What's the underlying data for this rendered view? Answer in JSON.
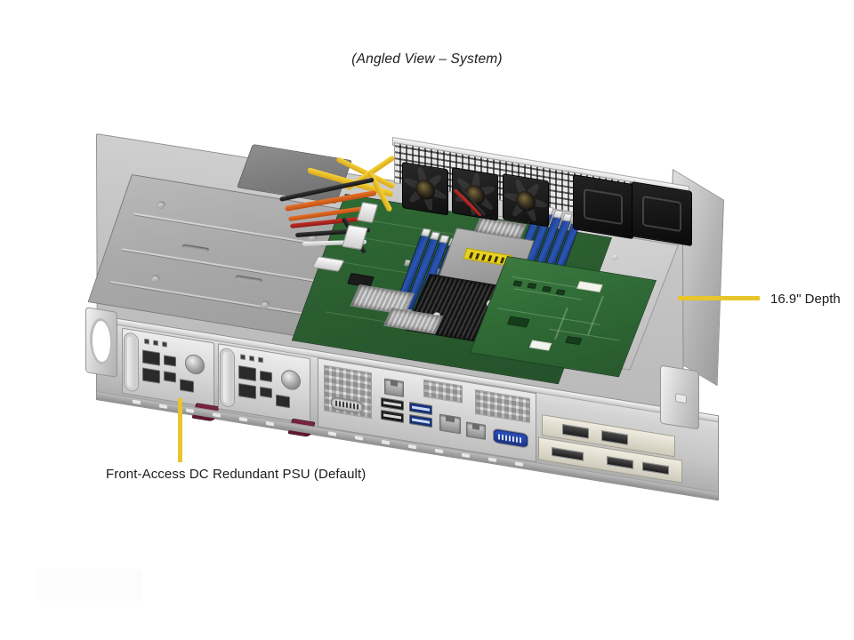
{
  "figure": {
    "title": "(Angled View – System)",
    "subject": "1U rackmount server chassis, interior top-down angled view"
  },
  "callouts": [
    {
      "id": "psu",
      "label": "Front-Access DC Redundant PSU (Default)",
      "leader_color": "#e9c52c",
      "leader_orientation": "vertical",
      "points_to": "front-psu-bays"
    },
    {
      "id": "depth",
      "label": "16.9\" Depth",
      "leader_color": "#e9c52c",
      "leader_orientation": "horizontal",
      "points_to": "chassis-rear-edge"
    }
  ],
  "components": {
    "psu_modules": [
      {
        "name": "Power Supply Module 1",
        "tab_color": "#7d2540"
      },
      {
        "name": "Power Supply Module 2",
        "tab_color": "#7d2540"
      }
    ],
    "io_ports": [
      {
        "name": "Serial COM Port",
        "type": "serial"
      },
      {
        "name": "IPMI Dedicated LAN",
        "type": "rj45"
      },
      {
        "name": "USB 2.0 Port",
        "type": "usb2"
      },
      {
        "name": "USB 2.0 Port",
        "type": "usb2"
      },
      {
        "name": "USB 3.0 Port",
        "type": "usb3"
      },
      {
        "name": "USB 3.0 Port",
        "type": "usb3"
      },
      {
        "name": "LAN Port 1",
        "type": "rj45"
      },
      {
        "name": "LAN Port 2",
        "type": "rj45"
      },
      {
        "name": "VGA Port",
        "type": "vga"
      }
    ],
    "fans": [
      {
        "name": "System Fan 1",
        "style": "rotor"
      },
      {
        "name": "System Fan 2",
        "style": "rotor"
      },
      {
        "name": "System Fan 3",
        "style": "rotor"
      },
      {
        "name": "Fan Module 4",
        "style": "block"
      },
      {
        "name": "Fan Module 5",
        "style": "block"
      }
    ],
    "memory": {
      "name": "DDR4 DIMM Slots",
      "slot_color": "#1b3f8f",
      "bank_count": 2
    },
    "cpu": {
      "name": "CPU Socket",
      "warning_label_color": "#e8d21f"
    },
    "heatsinks": [
      {
        "name": "CPU Heatsink",
        "finish": "black"
      },
      {
        "name": "VRM Heatsink",
        "finish": "silver"
      }
    ],
    "expansion": {
      "name": "PCI-E Riser Card",
      "pcb_color": "#2f6a35"
    },
    "covers": [
      {
        "name": "PSU Top Cover",
        "color": "#a9a9a9"
      },
      {
        "name": "Air Shroud / Tray",
        "color": "#bdbdbd"
      }
    ],
    "cables": [
      {
        "name": "Power Cable Bundle",
        "color": "#f5d33a"
      },
      {
        "name": "Signal Cable Bundle",
        "color": "#e8732a"
      },
      {
        "name": "Signal Cable Bundle",
        "color": "#c72f2a"
      },
      {
        "name": "Ground Cable Bundle",
        "color": "#3a3a3a"
      }
    ],
    "rack_ears": [
      {
        "name": "Front Rack Mount Ear"
      },
      {
        "name": "Rear Rack Mount Ear"
      }
    ],
    "mesh": {
      "name": "Rear Perforated Mesh Panel"
    }
  }
}
